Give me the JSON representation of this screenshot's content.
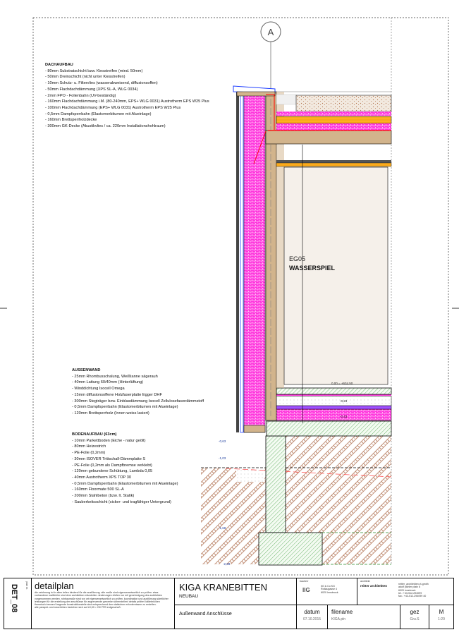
{
  "drawing": {
    "section_marker": "A",
    "room_number": "EG05",
    "room_name": "WASSERSPIEL",
    "level_zero": "0,00 = +634,50",
    "level_floor_1": "-0,23",
    "level_floor_2": "-0,43",
    "level_a": "-0,63",
    "level_b": "-1,03",
    "level_c": "-1,68",
    "level_d": "-2,28"
  },
  "notes": {
    "dach": {
      "title": "DACHAUFBAU",
      "items": [
        "-  80mm Substratschicht bzw. Kiesstreifen (mind. 50mm)",
        "-  50mm Dreinschicht  (nicht unter Kiesstreifen)",
        "-  10mm Schutz- u. Filtervlies (wasserabweisend, diffusionsoffen)",
        "-  50mm Flachdachdämmung (XPS SL-A, WLG 0034)",
        "-  2mm FPO - Folienbahn (UV-beständig)",
        "-  160mm Flachdachdämmung  i.M. (80-240mm, EPS+ WLG 0031) Austrotherm EPS W25 Plus",
        "-  100mm Flachdachdämmung (EPS+ WLG 0031) Austrotherm EPS W25 Plus",
        "-  0,5mm Dampfsperrbahn (Elastomerbitumen mit Alueinlage)",
        "-  160mm Brettsperrholzdecke",
        "-  300mm GK-Decke (Akustikvlies / ca. 220mm Installationshohlraum)"
      ]
    },
    "wand": {
      "title": "AUSSENWAND",
      "items": [
        "-  25mm Rhombusschalung, Weißtanne sägerauh",
        "-  40mm Lattung 60/40mm (Hinterlüftung)",
        "-  Winddichtung Isocell Omega",
        "-  15mm diffusionsoffene Holzfaserplatte Egger DHF",
        "-  300mm Stegträger bzw. Einblasdämmung Isocell Zellulosefaserdämmstoff",
        "-  0,5mm Dampfsperrbahn (Elastomerbitumen mit Alueinlage)",
        "-  120mm Brettsperrholz (Innen weiss lasiert)"
      ]
    },
    "boden": {
      "title": "BODENAUFBAU (63cm)",
      "items": [
        "-  10mm Parkettboden (Eiche - natur geölt)",
        "-  80mm Heizestrich",
        "-  PE-Folie (0,2mm)",
        "-  30mm  ISOVER Trittschall-Dämmplatte S",
        "-  PE-Folie (0,2mm als Dampfbremse verklebt)",
        "-  120mm gebundene Schüttung, Lambda 0,05",
        "-  40mm Austrotherm XPS TOP 30",
        "-  0,5mm Dampfsperrbahn (Elastomerbitumen mit Alueinlage)",
        "-  160mm Floormate 500 SL-A",
        "-  200mm Stahlbeton (bzw. lt. Statik)",
        "-  Sauberkeitsschicht (sicker- und tragfähiger Untergrund)"
      ]
    }
  },
  "titleblock": {
    "plan_nr_label": "plan nr.",
    "plan_nr": "DET_08",
    "plan_type": "detailplan",
    "disclaimer": "die zeichnung ist in allen teilen bindend für die ausführung. alle maße sind eigenverantwortlich zu prüfen. etwa vorhandene maßfehler sind dem architekten mitzuteilen. änderungen dürfen nur mit genehmigung des architekten vorgenommen werden. rohbaumaße sind vor ort eigenverantwortlich zu prüfen. koordination und ausführung sämtlicher leistungen für die erstellung der anschlüsse für angrenzende gewerke sicherstellen! details prüfen! kältebrücken thermisch trennen! tragende konstruktionsteile sind entsprechend den statischen erfordernissen zu erstellen.",
    "disclaimer_2": "alle parapet- und sturzhöhen beziehen sich auf ±0,00 = OK FFB erdgeschoß.",
    "project": "KIGA KRANEBITTEN",
    "project_sub": "NEUBAU",
    "subject": "Außenwand Anschlüsse",
    "client_label": "bauherr",
    "client_logo": "IIG",
    "client_lines": [
      "IIG & Co KG",
      "Rotlaugasse 4",
      "6020 Innsbruck"
    ],
    "architect_label": "architekt",
    "architect_logo": "reitter architekten",
    "architect_lines": [
      "reitter_architekten zt-gmbh",
      "adolf pichler platz 6",
      "6020 innsbruck",
      "tel.:  +43-512-294099",
      "fax.:  +43-512-294099 40"
    ],
    "date_label": "datum",
    "date": "07.10.2015",
    "filename_label": "filename",
    "filename": "KIGA.pln",
    "drawn_label": "gez",
    "drawn": "Gru.S",
    "scale_label": "M",
    "scale": "1:20"
  },
  "colors": {
    "insulation": "#ff33dd",
    "timber": "#d2b48c",
    "concrete": "#2e8b2e",
    "soil": "#b07050",
    "accent": "#ff0000"
  }
}
